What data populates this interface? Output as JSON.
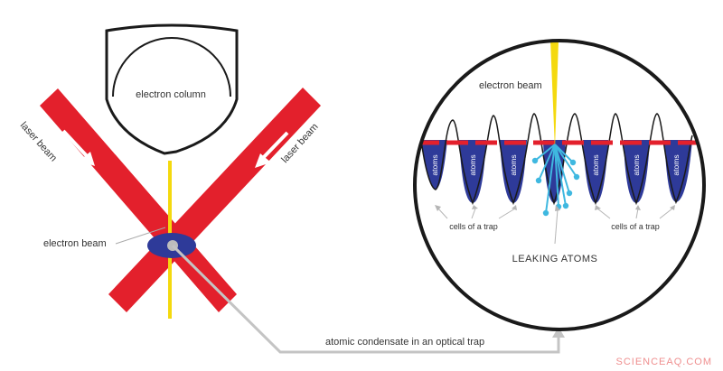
{
  "labels": {
    "electron_column": "electron column",
    "laser_beam_left": "laser beam",
    "laser_beam_right": "laser beam",
    "electron_beam_left": "electron beam",
    "electron_beam_right": "electron beam",
    "atomic_condensate": "atomic condensate in an optical trap",
    "leaking_atoms": "LEAKING ATOMS",
    "cells_of_trap_left": "cells of a trap",
    "cells_of_trap_right": "cells of a trap",
    "atoms": "atoms",
    "watermark": "SCIENCEAQ.COM"
  },
  "colors": {
    "laser_red": "#e3202c",
    "beam_yellow": "#f4d90e",
    "atoms_blue": "#2e3a99",
    "leak_cyan": "#3fb8e0",
    "arrow_gray": "#bbbbbb",
    "outline": "#1a1a1a",
    "watermark": "#ef8f8f"
  }
}
